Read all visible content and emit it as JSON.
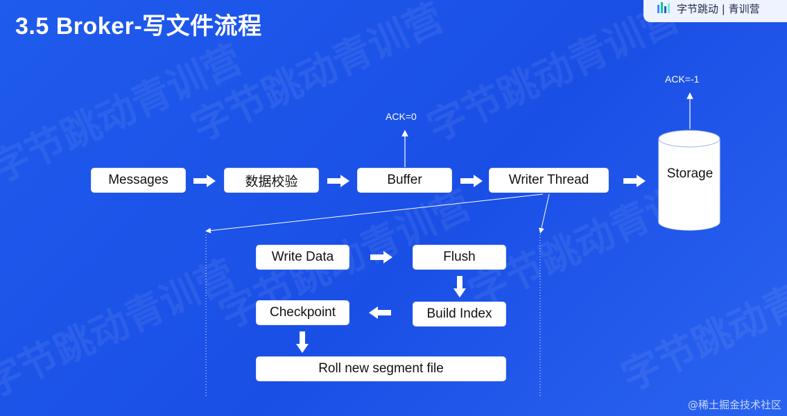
{
  "header": {
    "title": "3.5 Broker-写文件流程",
    "logo_text": "字节跳动 | 青训营"
  },
  "watermark_text": "字节跳动青训营",
  "main_flow": {
    "messages": "Messages",
    "validate": "数据校验",
    "buffer": "Buffer",
    "writer_thread": "Writer Thread",
    "storage": "Storage"
  },
  "acks": {
    "buffer_ack": "ACK=0",
    "storage_ack": "ACK=-1"
  },
  "sub_flow": {
    "write_data": "Write Data",
    "flush": "Flush",
    "build_index": "Build Index",
    "checkpoint": "Checkpoint",
    "roll": "Roll new segment file"
  },
  "footer": {
    "credit": "@稀土掘金技术社区"
  },
  "colors": {
    "background": "#1f5bec",
    "box": "#ffffff",
    "arrow": "#ffffff"
  }
}
